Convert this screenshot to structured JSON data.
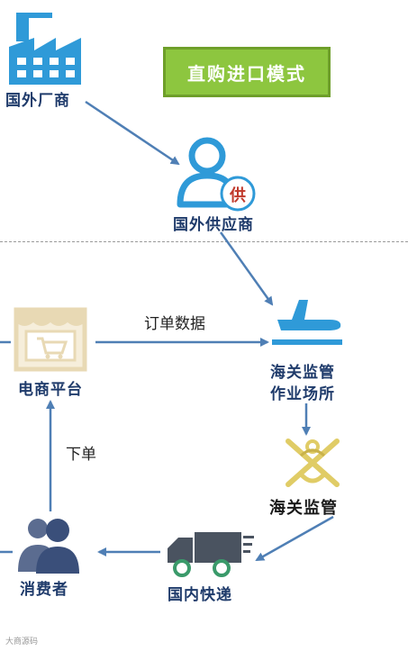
{
  "title": "直购进口模式",
  "nodes": {
    "foreign_manufacturer": "国外厂商",
    "foreign_supplier": "国外供应商",
    "supplier_badge": "供",
    "customs_site_line1": "海关监管",
    "customs_site_line2": "作业场所",
    "customs_supervision": "海关监管",
    "ecommerce_platform": "电商平台",
    "consumer": "消费者",
    "domestic_express": "国内快递"
  },
  "edges": {
    "order_data": "订单数据",
    "place_order": "下单"
  },
  "watermark": "大商源码",
  "colors": {
    "icon_blue": "#2f9ad8",
    "label_navy": "#1f3b6b",
    "arrow": "#4f7fb5",
    "badge_green": "#8dc63f",
    "customs_gold": "#e0cc66",
    "truck_gray": "#4a5360",
    "consumer_navy": "#3a4f7a",
    "platform_tan": "#e8d9b4"
  }
}
